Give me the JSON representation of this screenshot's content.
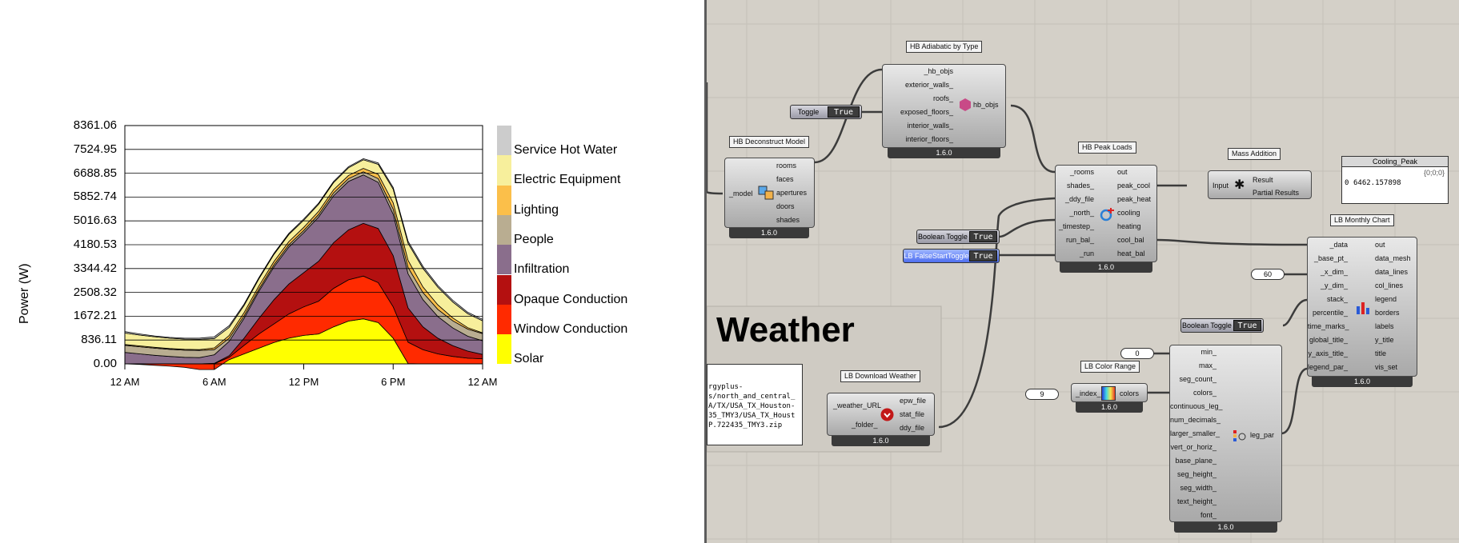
{
  "chart_data": {
    "type": "area",
    "ylabel": "Power (W)",
    "y_ticks": [
      "8361.06",
      "7524.95",
      "6688.85",
      "5852.74",
      "5016.63",
      "4180.53",
      "3344.42",
      "2508.32",
      "1672.21",
      "836.11",
      "0.00"
    ],
    "x_ticks": [
      "12 AM",
      "6 AM",
      "12 PM",
      "6 PM",
      "12 AM"
    ],
    "ylim": [
      0,
      8361.06
    ],
    "xlim": [
      0,
      24
    ],
    "legend_position": "right",
    "hours": [
      0,
      1,
      2,
      3,
      4,
      5,
      6,
      7,
      8,
      9,
      10,
      11,
      12,
      13,
      14,
      15,
      16,
      17,
      18,
      19,
      20,
      21,
      22,
      23,
      24
    ],
    "series": [
      {
        "name": "Solar",
        "color": "#ffff00",
        "values": [
          0,
          0,
          0,
          0,
          0,
          0,
          20,
          150,
          350,
          550,
          750,
          900,
          1000,
          1050,
          1300,
          1500,
          1580,
          1450,
          900,
          10,
          0,
          0,
          0,
          0,
          0
        ]
      },
      {
        "name": "Window Conduction",
        "color": "#ff2a00",
        "values": [
          0,
          -20,
          -50,
          -80,
          -120,
          -200,
          -200,
          80,
          300,
          500,
          650,
          850,
          1000,
          1150,
          1350,
          1450,
          1500,
          1400,
          1100,
          750,
          500,
          350,
          260,
          200,
          180
        ]
      },
      {
        "name": "Opaque Conduction",
        "color": "#b41010",
        "values": [
          0,
          0,
          0,
          0,
          0,
          0,
          0,
          60,
          250,
          550,
          850,
          1050,
          1200,
          1400,
          1600,
          1750,
          1850,
          1900,
          1800,
          1200,
          800,
          550,
          380,
          250,
          150
        ]
      },
      {
        "name": "Infiltration",
        "color": "#8a6e8c",
        "values": [
          400,
          350,
          300,
          260,
          230,
          220,
          300,
          500,
          700,
          950,
          1150,
          1300,
          1400,
          1550,
          1650,
          1700,
          1700,
          1620,
          1450,
          1200,
          950,
          760,
          620,
          520,
          480
        ]
      },
      {
        "name": "People",
        "color": "#b9ad91",
        "values": [
          250,
          250,
          250,
          250,
          250,
          250,
          180,
          110,
          90,
          80,
          80,
          80,
          80,
          90,
          100,
          100,
          110,
          130,
          180,
          220,
          250,
          250,
          250,
          250,
          250
        ]
      },
      {
        "name": "Lighting",
        "color": "#fbbf4a",
        "values": [
          30,
          30,
          30,
          30,
          30,
          30,
          60,
          100,
          110,
          110,
          110,
          110,
          110,
          110,
          110,
          110,
          120,
          150,
          220,
          250,
          200,
          160,
          100,
          50,
          30
        ]
      },
      {
        "name": "Electric Equipment",
        "color": "#f7ef9c",
        "values": [
          400,
          380,
          370,
          360,
          360,
          360,
          330,
          280,
          250,
          250,
          250,
          250,
          250,
          250,
          250,
          270,
          300,
          350,
          480,
          600,
          650,
          620,
          560,
          490,
          420
        ]
      },
      {
        "name": "Service Hot Water",
        "color": "#cccccc",
        "values": [
          50,
          40,
          30,
          30,
          30,
          40,
          60,
          60,
          50,
          40,
          40,
          40,
          40,
          40,
          40,
          40,
          40,
          50,
          60,
          70,
          70,
          60,
          60,
          50,
          50
        ]
      }
    ]
  },
  "canvas": {
    "background": "#d4d0c8",
    "group_title": "Weather",
    "components": {
      "hb_adiabatic": {
        "title": "HB Adiabatic by Type",
        "inputs": [
          "_hb_objs",
          "exterior_walls_",
          "roofs_",
          "exposed_floors_",
          "interior_walls_",
          "interior_floors_"
        ],
        "outputs": [
          "hb_objs"
        ],
        "version": "1.6.0"
      },
      "hb_deconstruct": {
        "title": "HB Deconstruct Model",
        "inputs": [
          "_model"
        ],
        "outputs": [
          "rooms",
          "faces",
          "apertures",
          "doors",
          "shades"
        ],
        "version": "1.6.0"
      },
      "hb_peak_loads": {
        "title": "HB Peak Loads",
        "inputs": [
          "_rooms",
          "shades_",
          "_ddy_file",
          "_north_",
          "_timestep_",
          "run_bal_",
          "_run"
        ],
        "outputs": [
          "out",
          "peak_cool",
          "peak_heat",
          "cooling",
          "heating",
          "cool_bal",
          "heat_bal"
        ],
        "version": "1.6.0"
      },
      "mass_addition": {
        "title": "Mass Addition",
        "inputs": [
          "Input"
        ],
        "outputs": [
          "Result",
          "Partial Results"
        ]
      },
      "cooling_peak": {
        "title": "Cooling_Peak",
        "path": "{0;0;0}",
        "index": "0",
        "value": "6462.157898"
      },
      "lb_monthly_chart": {
        "title": "LB Monthly Chart",
        "inputs": [
          "_data",
          "_base_pt_",
          "_x_dim_",
          "_y_dim_",
          "stack_",
          "percentile_",
          "time_marks_",
          "global_title_",
          "y_axis_title_",
          "legend_par_"
        ],
        "outputs": [
          "out",
          "data_mesh",
          "data_lines",
          "col_lines",
          "legend",
          "borders",
          "labels",
          "y_title",
          "title",
          "vis_set"
        ],
        "version": "1.6.0"
      },
      "lb_download_weather": {
        "title": "LB Download Weather",
        "inputs": [
          "_weather_URL",
          "_folder_"
        ],
        "outputs": [
          "epw_file",
          "stat_file",
          "ddy_file"
        ],
        "version": "1.6.0"
      },
      "lb_color_range": {
        "title": "LB Color Range",
        "inputs": [
          "_index_"
        ],
        "outputs": [
          "colors"
        ],
        "version": "1.6.0"
      },
      "legend_params": {
        "inputs": [
          "min_",
          "max_",
          "seg_count_",
          "colors_",
          "continuous_leg_",
          "num_decimals_",
          "larger_smaller_",
          "vert_or_horiz_",
          "base_plane_",
          "seg_height_",
          "seg_width_",
          "text_height_",
          "font_"
        ],
        "outputs": [
          "leg_par"
        ],
        "version": "1.6.0"
      }
    },
    "toggles": {
      "toggle_main": {
        "label": "Toggle",
        "value": "True"
      },
      "boolean_toggle_1": {
        "label": "Boolean Toggle",
        "value": "True"
      },
      "lb_false_start": {
        "label": "LB FalseStartToggle",
        "value": "True"
      },
      "boolean_toggle_2": {
        "label": "Boolean Toggle",
        "value": "True"
      }
    },
    "sliders": {
      "x_dim_value": "60",
      "legend_min_value": "0",
      "color_index_value": "9"
    },
    "url_panel_lines": [
      "rgyplus-",
      "s/north_and_central_",
      "A/TX/USA_TX_Houston-",
      "35_TMY3/USA_TX_Houst",
      "P.722435_TMY3.zip"
    ]
  }
}
